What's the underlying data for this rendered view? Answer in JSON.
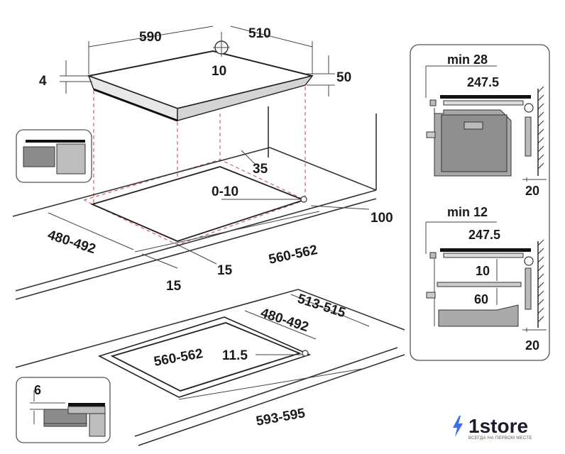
{
  "hob_labels": {
    "width": "590",
    "depth": "510",
    "thickness_edge": "4",
    "height": "50",
    "cable_hole": "10"
  },
  "cutout_top_labels": {
    "gap_back": "35",
    "gap_range": "0-10",
    "depth_range": "480-492",
    "width_range": "560-562",
    "back_min": "100",
    "side_a": "15",
    "side_b": "15"
  },
  "cutout_flush_labels": {
    "outer_depth": "513-515",
    "inner_depth": "480-492",
    "inner_width": "560-562",
    "radius": "11.5",
    "outer_width": "593-595",
    "rebate": "6"
  },
  "panel_top_labels": {
    "min_title": "min 28",
    "depth": "247.5",
    "wall": "20"
  },
  "panel_bottom_labels": {
    "min_title": "min 12",
    "depth": "247.5",
    "gap": "10",
    "clearance": "60",
    "wall": "20"
  },
  "brand": {
    "name": "1store",
    "tagline": "ВСЕГДА НА ПЕРВОМ МЕСТЕ",
    "mark_color": "#3a6df0",
    "text_color": "#1b1b2b"
  }
}
